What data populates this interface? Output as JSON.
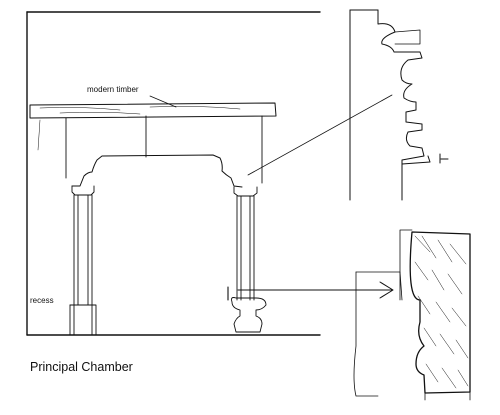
{
  "labels": {
    "modern_timber": "modern timber",
    "recess": "recess",
    "caption": "Principal Chamber"
  },
  "colors": {
    "ink": "#111111",
    "paper": "#ffffff"
  }
}
